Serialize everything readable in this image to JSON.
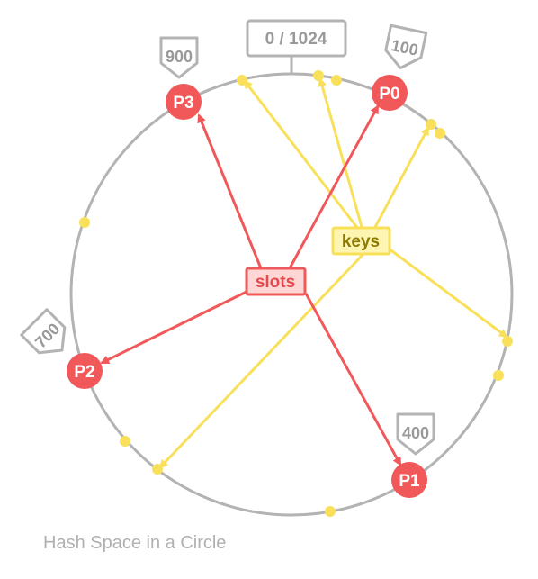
{
  "diagram": {
    "caption": "Hash Space in a Circle",
    "ring_label": "0 / 1024",
    "colors": {
      "ring": "#b3b3b3",
      "partition": "#f0585a",
      "partition_text": "#ffffff",
      "key": "#f9e05a",
      "keys_box_fill": "#fff5b3",
      "keys_text": "#8c7a00",
      "slots_box_fill": "#ffd6d6",
      "slots_text": "#e24a4d",
      "tag_text": "#999999"
    },
    "hub_labels": {
      "slots": "slots",
      "keys": "keys"
    },
    "partitions": [
      {
        "label": "P0",
        "position": "100"
      },
      {
        "label": "P1",
        "position": "400"
      },
      {
        "label": "P2",
        "position": "700"
      },
      {
        "label": "P3",
        "position": "900"
      }
    ]
  }
}
